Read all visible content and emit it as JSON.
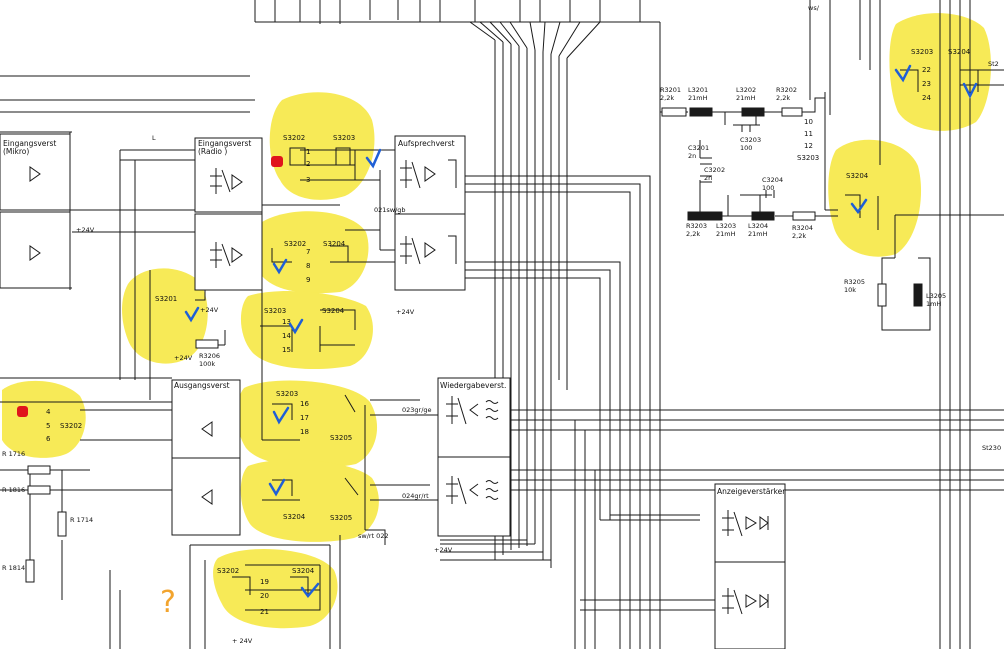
{
  "colors": {
    "line": "#1a1a1a",
    "highlight": "#f7ea57",
    "check": "#1f5fd6",
    "marker": "#e0141c",
    "question": "#f2a42e"
  },
  "blocks": {
    "eingang_mikro": "Eingangsverst\n(Mikro)",
    "eingang_radio": "Eingangsverst\n(Radio )",
    "aufsprech": "Aufsprechverst",
    "ausgang": "Ausgangsverst",
    "wiedergabe": "Wiedergabeverst.",
    "anzeige": "Anzeigeverstärker"
  },
  "switches": {
    "s3202_top": "S3202",
    "s3203_top": "S3203",
    "s3202_mid": "S3202",
    "s3204_mid": "S3204",
    "s3203_mid": "S3203",
    "s3204_mid2": "S3204",
    "s3201": "S3201",
    "s3202_left": "S3202",
    "s3203_low": "S3203",
    "s3205_a": "S3205",
    "s3204_low": "S3204",
    "s3205_b": "S3205",
    "s3202_bot": "S3202",
    "s3204_bot": "S3204",
    "s3203_right": "S3203",
    "s3204_right": "S3204",
    "s3204_filter": "S3204",
    "s3203_filter": "S3203"
  },
  "components": {
    "r3201": "R3201\n2,2k",
    "l3201": "L3201\n21mH",
    "l3202": "L3202\n21mH",
    "r3202": "R3202\n2,2k",
    "c3203": "C3203\n100",
    "c3201": "C3201\n2n",
    "c3202": "C3202\n2n",
    "c3204": "C3204\n100",
    "r3203": "R3203\n2,2k",
    "l3203": "L3203\n21mH",
    "l3204": "L3204\n21mH",
    "r3204": "R3204\n2,2k",
    "r3205": "R3205\n10k",
    "l3205": "L3205\n1mH",
    "r3206": "R3206\n100k",
    "r1716": "R 1716",
    "r1816": "R 1816",
    "r1714": "R 1714",
    "r1814": "R 1814"
  },
  "wire_labels": {
    "w021": "021sw/gb",
    "w023": "023gr/ge",
    "w024": "024gr/rt",
    "w022": "sw/rt 022",
    "v24_1": "+24V",
    "v24_2": "+24V",
    "v24_3": "+24V",
    "v24_4": "+24V",
    "v24_5": "+24V",
    "v24_6": "+ 24V",
    "st230": "St230",
    "st2": "St2",
    "ws": "ws/",
    "L": "L"
  },
  "pins": {
    "p1": "1",
    "p2": "2",
    "p3": "3",
    "p7": "7",
    "p8": "8",
    "p9": "9",
    "p13": "13",
    "p14": "14",
    "p15": "15",
    "p16": "16",
    "p17": "17",
    "p18": "18",
    "p19": "19",
    "p20": "20",
    "p21": "21",
    "p4": "4",
    "p5": "5",
    "p6": "6",
    "p10": "10",
    "p11": "11",
    "p12": "12",
    "p22": "22",
    "p23": "23",
    "p24": "24"
  },
  "annotations": {
    "question": "?"
  }
}
